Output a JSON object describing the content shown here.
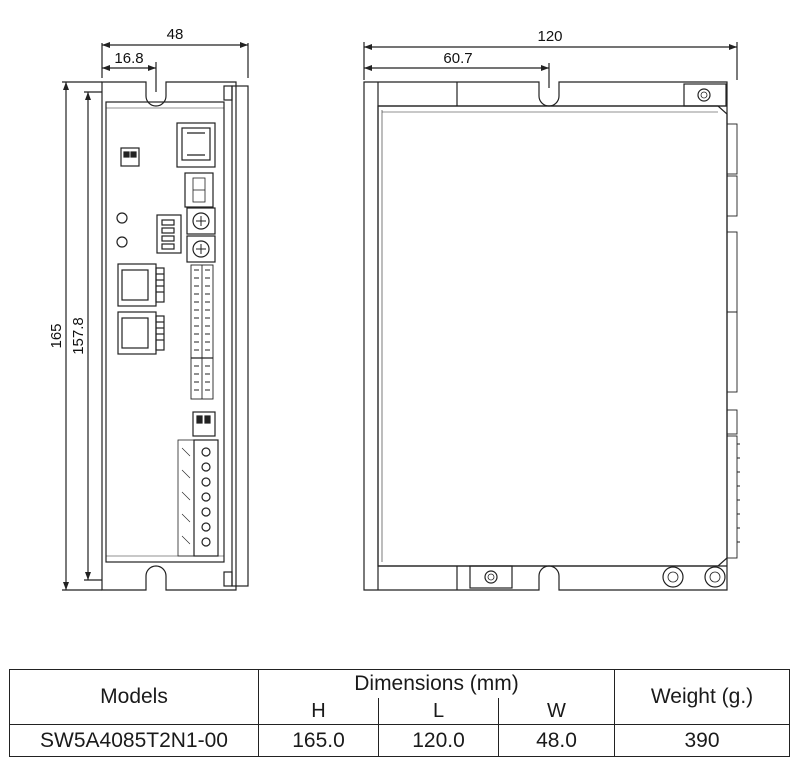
{
  "front_view": {
    "width_dim": "48",
    "slot_dim": "16.8",
    "height_dim": "165",
    "inner_height_dim": "157.8"
  },
  "side_view": {
    "length_dim": "120",
    "slot_dim": "60.7"
  },
  "table": {
    "models_header": "Models",
    "dimensions_header": "Dimensions (mm)",
    "weight_header": "Weight (g.)",
    "h_header": "H",
    "l_header": "L",
    "w_header": "W",
    "rows": [
      {
        "model": "SW5A4085T2N1-00",
        "h": "165.0",
        "l": "120.0",
        "w": "48.0",
        "weight": "390"
      }
    ]
  }
}
